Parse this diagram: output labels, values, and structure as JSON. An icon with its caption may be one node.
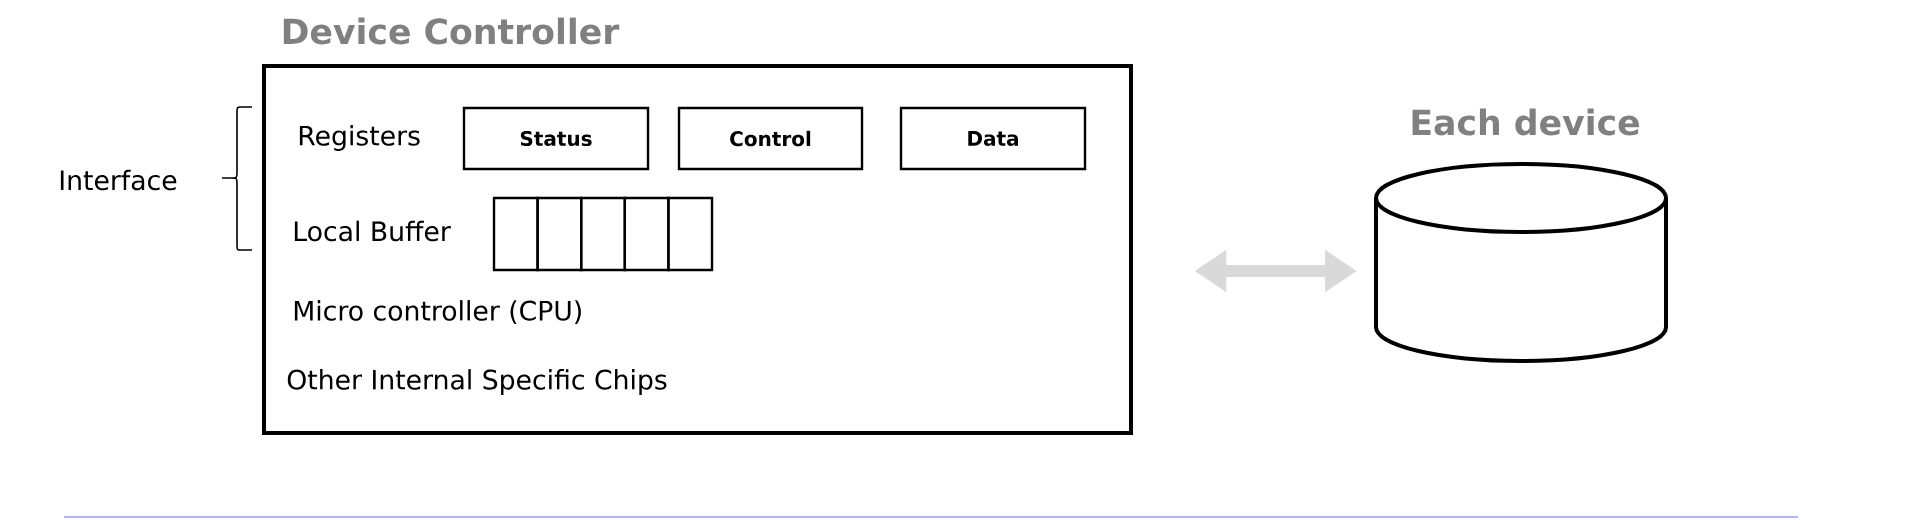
{
  "diagram": {
    "nodes": [
      {
        "text": [
          "Device Controller"
        ]
      },
      {
        "text": [
          "Status"
        ],
        "in": 0
      },
      {
        "text": [
          "Control"
        ],
        "in": 0
      },
      {
        "text": [
          "Data"
        ],
        "in": 0
      },
      {
        "text": [],
        "shape": "box",
        "in": 0
      },
      {
        "text": [],
        "shape": "box",
        "in": 0
      },
      {
        "text": [],
        "shape": "box",
        "in": 0
      },
      {
        "text": [],
        "shape": "box",
        "in": 0
      },
      {
        "text": [],
        "shape": "box",
        "in": 0
      },
      {
        "text": [
          "Each device"
        ]
      }
    ],
    "edges": [
      {
        "from": 0,
        "to": 9,
        "arrow": "both",
        "color": "#d9d9d9"
      }
    ],
    "labels": [
      "Interface",
      "Registers",
      "Local Buffer",
      "Micro controller (CPU)",
      "Other Internal Specific Chips"
    ]
  }
}
